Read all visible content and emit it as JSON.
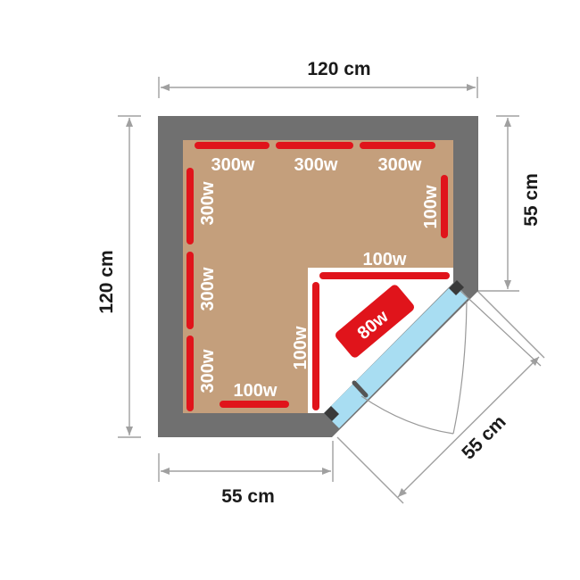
{
  "dimensions": {
    "top_width": "120 cm",
    "left_height": "120 cm",
    "right_height": "55 cm",
    "bottom_width": "55 cm",
    "door_width": "55 cm"
  },
  "heaters": {
    "top_1": "300w",
    "top_2": "300w",
    "top_3": "300w",
    "right_upper": "100w",
    "left_1": "300w",
    "left_2": "300w",
    "left_3": "300w",
    "bottom": "100w",
    "inner_vertical": "100w",
    "inner_horizontal": "100w",
    "floor_heater": "80w"
  },
  "colors": {
    "wall": "#707070",
    "floor": "#c49f7c",
    "heater": "#e0141b",
    "glass": "#a8ddf2",
    "dimension": "#a0a0a0"
  }
}
